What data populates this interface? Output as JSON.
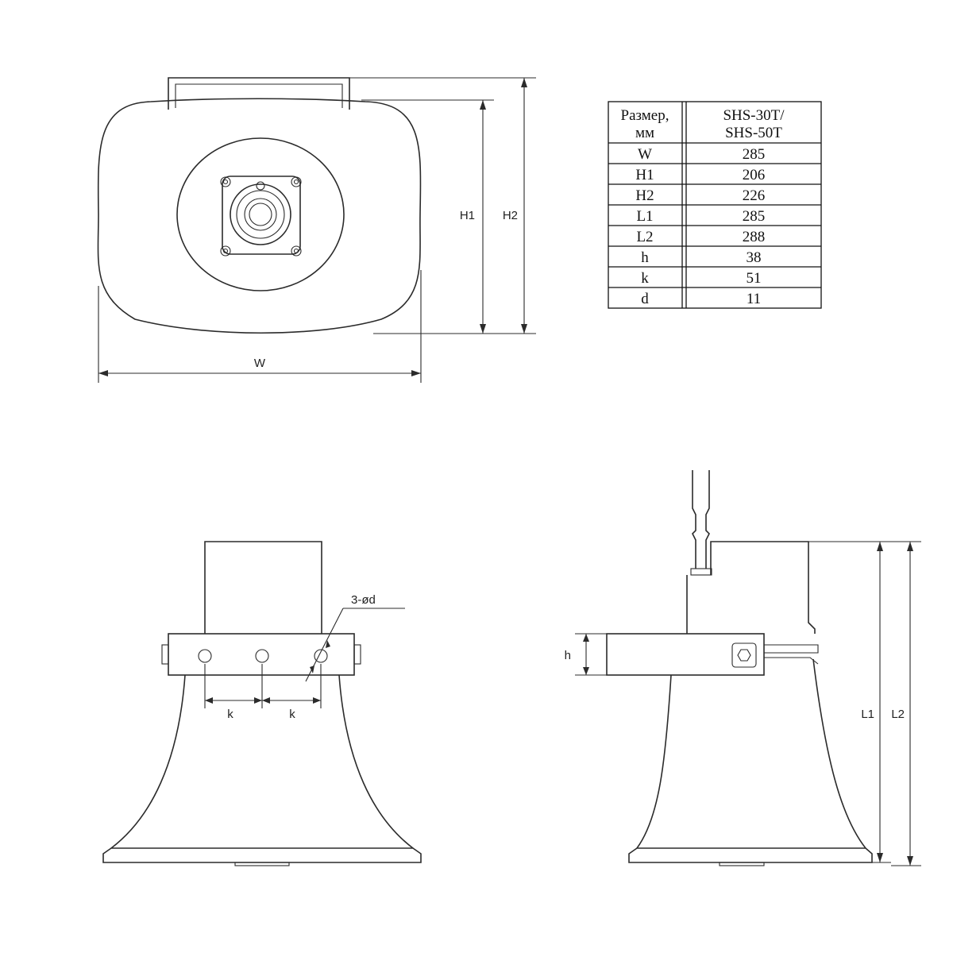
{
  "labels": {
    "w": "W",
    "h1": "H1",
    "h2": "H2",
    "h": "h",
    "k1": "k",
    "k2": "k",
    "hole": "3-ød",
    "l1": "L1",
    "l2": "L2"
  },
  "table": {
    "header_param_line1": "Размер,",
    "header_param_line2": "мм",
    "header_model_line1": "SHS-30T/",
    "header_model_line2": "SHS-50T",
    "rows": [
      {
        "param": "W",
        "value": "285"
      },
      {
        "param": "H1",
        "value": "206"
      },
      {
        "param": "H2",
        "value": "226"
      },
      {
        "param": "L1",
        "value": "285"
      },
      {
        "param": "L2",
        "value": "288"
      },
      {
        "param": "h",
        "value": "38"
      },
      {
        "param": "k",
        "value": "51"
      },
      {
        "param": "d",
        "value": "11"
      }
    ]
  }
}
